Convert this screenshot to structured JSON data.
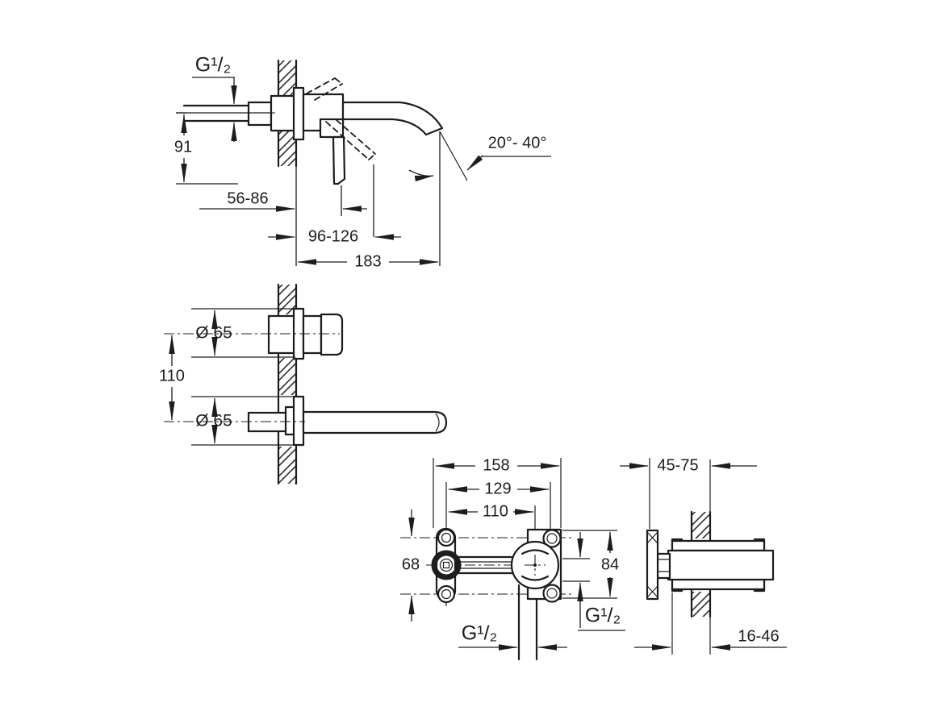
{
  "drawing": {
    "background": "#ffffff",
    "line_color": "#1d1d1b",
    "type": "technical-dimension-drawing",
    "subject": "wall-mounted-2-hole-basin-mixer"
  },
  "labels": {
    "thread_inlet": "G¹/₂",
    "dim_height": "91",
    "dim_depth_range": "56-86",
    "dim_lever_range": "96-126",
    "dim_projection": "183",
    "angle_range": "20°- 40°",
    "dia_escutcheon_top": "Ø 65",
    "dia_escutcheon_bottom": "Ø 65",
    "dim_trim_spacing": "110",
    "dim_body_width": "158",
    "dim_screw_span": "129",
    "dim_center_span": "110",
    "dim_screw_vert": "68",
    "dim_bracket_height": "84",
    "thread_outlet_bottom": "G¹/₂",
    "thread_outlet_right": "G¹/₂",
    "dim_wall_depth": "45-75",
    "dim_plaster_depth": "16-46"
  }
}
